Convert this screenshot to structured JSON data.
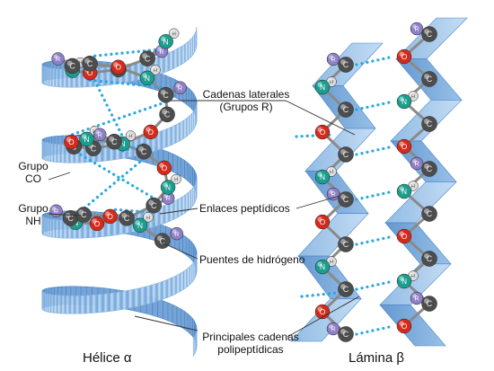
{
  "labels": {
    "side_chains_line1": "Cadenas laterales",
    "side_chains_line2": "(Grupos R)",
    "co_group_line1": "Grupo",
    "co_group_line2": "CO",
    "nh_group_line1": "Grupo",
    "nh_group_line2": "NH",
    "peptide_bonds": "Enlaces peptídicos",
    "hydrogen_bonds": "Puentes de hidrógeno",
    "main_chains_line1": "Principales cadenas",
    "main_chains_line2": "polipeptídicas"
  },
  "titles": {
    "alpha_helix": "Hélice α",
    "beta_sheet": "Lámina β"
  },
  "atom_letters": {
    "carbon": "C",
    "nitrogen": "N",
    "oxygen": "O",
    "hydrogen": "H",
    "r_group": "R"
  },
  "colors": {
    "ribbon_light": "#bcd7f1",
    "ribbon_mid": "#7fb0e0",
    "ribbon_dark": "#4a86c8",
    "carbon": "#4d4d4d",
    "nitrogen": "#1a9e8e",
    "oxygen": "#d42a1c",
    "hydrogen": "#dcdcdc",
    "r_group": "#8e7fc6",
    "hbond": "#2aa8e0"
  }
}
